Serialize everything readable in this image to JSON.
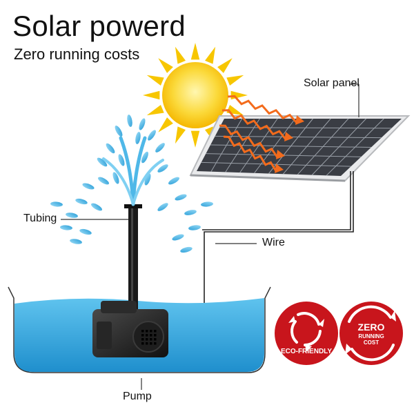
{
  "header": {
    "title": "Solar powerd",
    "subtitle": "Zero running costs"
  },
  "labels": {
    "solar_panel": "Solar panel",
    "tubing": "Tubing",
    "wire": "Wire",
    "pump": "Pump"
  },
  "badges": {
    "eco": {
      "text": "ECO-FRIENDLY"
    },
    "zero": {
      "line1": "ZERO",
      "line2": "RUNNING",
      "line3": "COST"
    }
  },
  "colors": {
    "water": "#2aa6dc",
    "sun": "#f7c600",
    "ray": "#f36b1c",
    "badge_red": "#c8151c",
    "panel_cell": "#3a3d44"
  }
}
